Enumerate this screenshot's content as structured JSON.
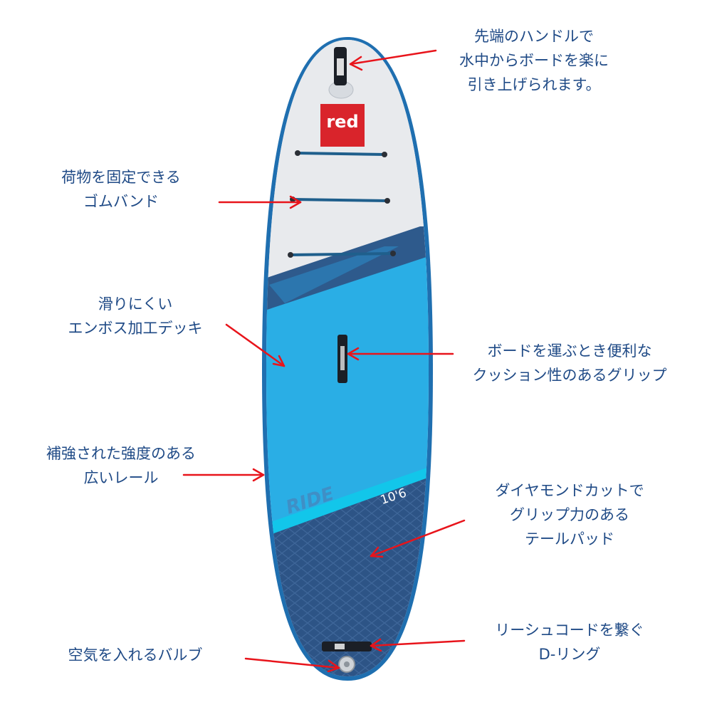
{
  "brand_logo": "red",
  "model_name": "RIDE",
  "board_length": "10'6",
  "colors": {
    "deck_blue": "#2aaee5",
    "navy": "#2d5486",
    "rail_blue": "#1f6fb0",
    "arrow_red": "#e8141b",
    "label_blue": "#1f4a86",
    "logo_red": "#d9242b"
  },
  "callouts": {
    "nose_handle": [
      "先端のハンドルで",
      "水中からボードを楽に",
      "引き上げられます。"
    ],
    "bungee": [
      "荷物を固定できる",
      "ゴムバンド"
    ],
    "deck": [
      "滑りにくい",
      "エンボス加工デッキ"
    ],
    "carry_handle": [
      "ボードを運ぶとき便利な",
      "クッション性のあるグリップ"
    ],
    "rail": [
      "補強された強度のある",
      "広いレール"
    ],
    "tail_pad": [
      "ダイヤモンドカットで",
      "グリップ力のある",
      "テールパッド"
    ],
    "d_ring": [
      "リーシュコードを繋ぐ",
      "D-リング"
    ],
    "valve": [
      "空気を入れるバルブ"
    ]
  }
}
